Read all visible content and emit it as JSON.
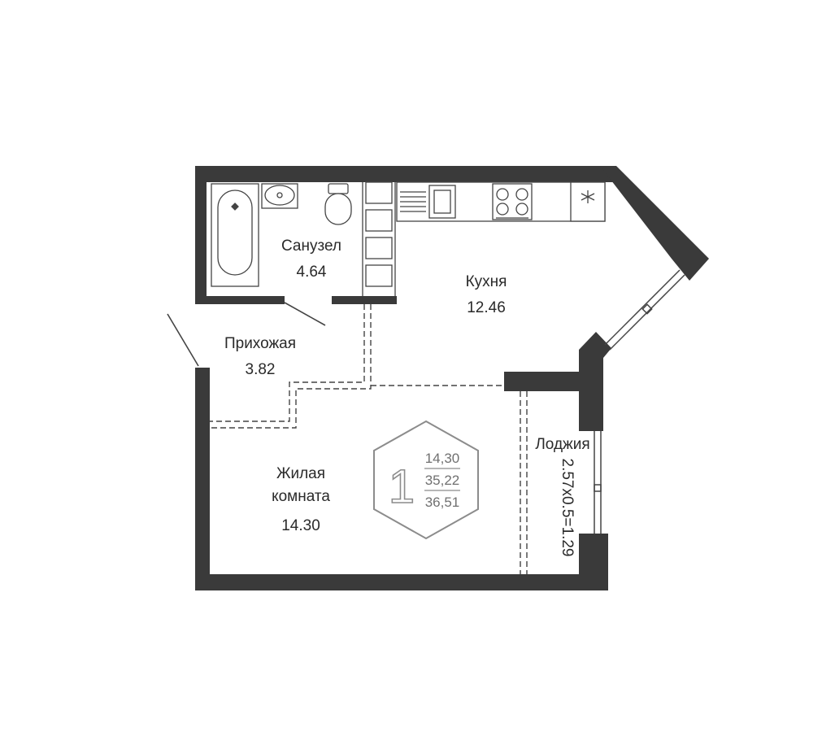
{
  "rooms": {
    "bathroom": {
      "name": "Санузел",
      "area": "4.64"
    },
    "kitchen": {
      "name": "Кухня",
      "area": "12.46"
    },
    "hallway": {
      "name": "Прихожая",
      "area": "3.82"
    },
    "living": {
      "name_line1": "Жилая",
      "name_line2": "комната",
      "area": "14.30"
    },
    "loggia": {
      "name": "Лоджия",
      "dimensions": "2.57x0.5=1.29"
    }
  },
  "badge": {
    "rooms_count": "1",
    "living_area": "14,30",
    "total_area": "35,22",
    "total_with_loggia": "36,51"
  },
  "colors": {
    "wall": "#3a3a3a",
    "line": "#444444",
    "badge": "#8c8c8c"
  }
}
